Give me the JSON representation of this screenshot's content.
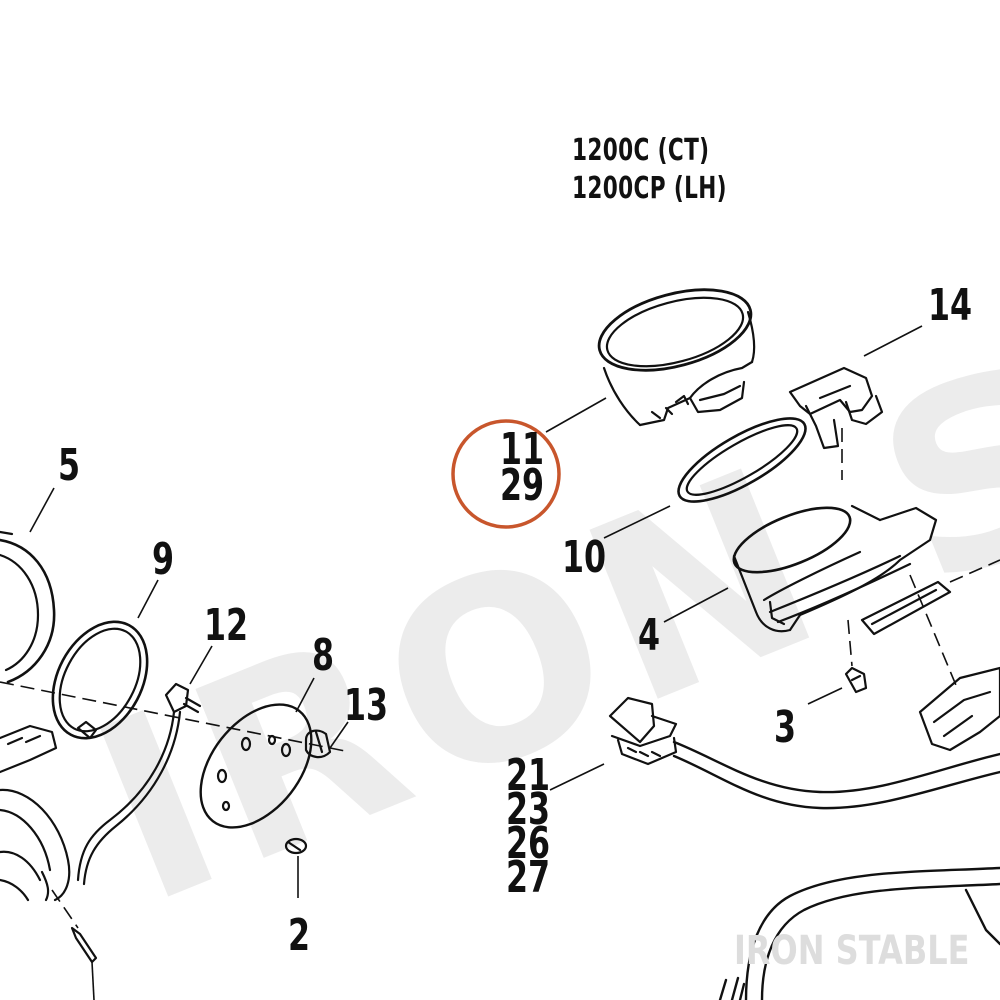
{
  "models": {
    "line1": "1200C (CT)",
    "line2": "1200CP (LH)"
  },
  "callouts": {
    "p5": "5",
    "p9": "9",
    "p12": "12",
    "p8": "8",
    "p13": "13",
    "p2": "2",
    "p14": "14",
    "p11": "11",
    "p29": "29",
    "p10": "10",
    "p4": "4",
    "p3": "3",
    "p21": "21",
    "p23": "23",
    "p26": "26",
    "p27": "27"
  },
  "highlight": {
    "color": "#c8562c"
  },
  "watermark": {
    "big": "IRON STABLE",
    "corner": "IRON STABLE"
  }
}
